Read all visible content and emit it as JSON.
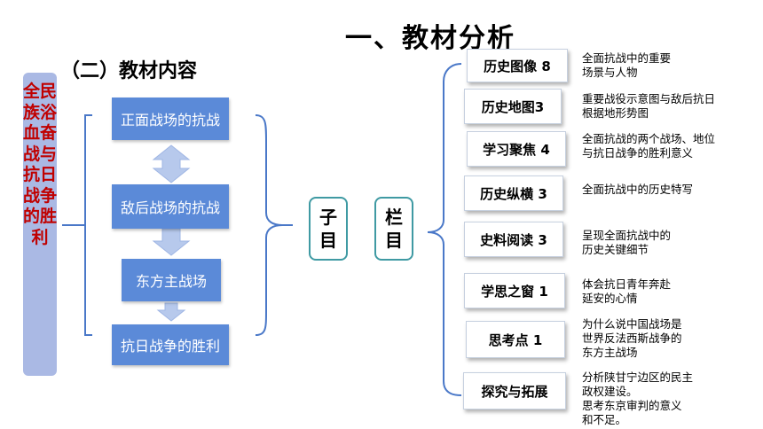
{
  "title": "一、教材分析",
  "subtitle": "（二）教材内容",
  "vertical_label": "全民族浴血奋战与抗日战争的胜利",
  "flow_items": [
    {
      "label": "正面战场的抗战"
    },
    {
      "label": "敌后战场的抗战"
    },
    {
      "label": "东方主战场"
    },
    {
      "label": "抗日战争的胜利"
    }
  ],
  "key_left": {
    "line1": "子",
    "line2": "目"
  },
  "key_right": {
    "line1": "栏",
    "line2": "目"
  },
  "columns": [
    {
      "label": "历史图像 8",
      "desc": "全面抗战中的重要\n场景与人物"
    },
    {
      "label": "历史地图3",
      "desc": "重要战役示意图与敌后抗日\n根据地形势图"
    },
    {
      "label": "学习聚焦 4",
      "desc": "全面抗战的两个战场、地位\n与抗日战争的胜利意义"
    },
    {
      "label": "历史纵横 3",
      "desc": "全面抗战中的历史特写"
    },
    {
      "label": "史料阅读 3",
      "desc": "呈现全面抗战中的\n历史关键细节"
    },
    {
      "label": "学思之窗 1",
      "desc": "体会抗日青年奔赴\n延安的心情"
    },
    {
      "label": "思考点 1",
      "desc": "为什么说中国战场是\n世界反法西斯战争的\n东方主战场"
    },
    {
      "label": "探究与拓展",
      "desc": "分析陕甘宁边区的民主\n政权建设。\n思考东京审判的意义\n和不足。"
    }
  ],
  "colors": {
    "flow_box": "#5b8ad8",
    "arrow": "#b7c9ec",
    "vertical_bg": "#aab9e4",
    "vertical_text": "#c00000",
    "bracket": "#4a78c8",
    "key_border": "#3f9aa3"
  }
}
